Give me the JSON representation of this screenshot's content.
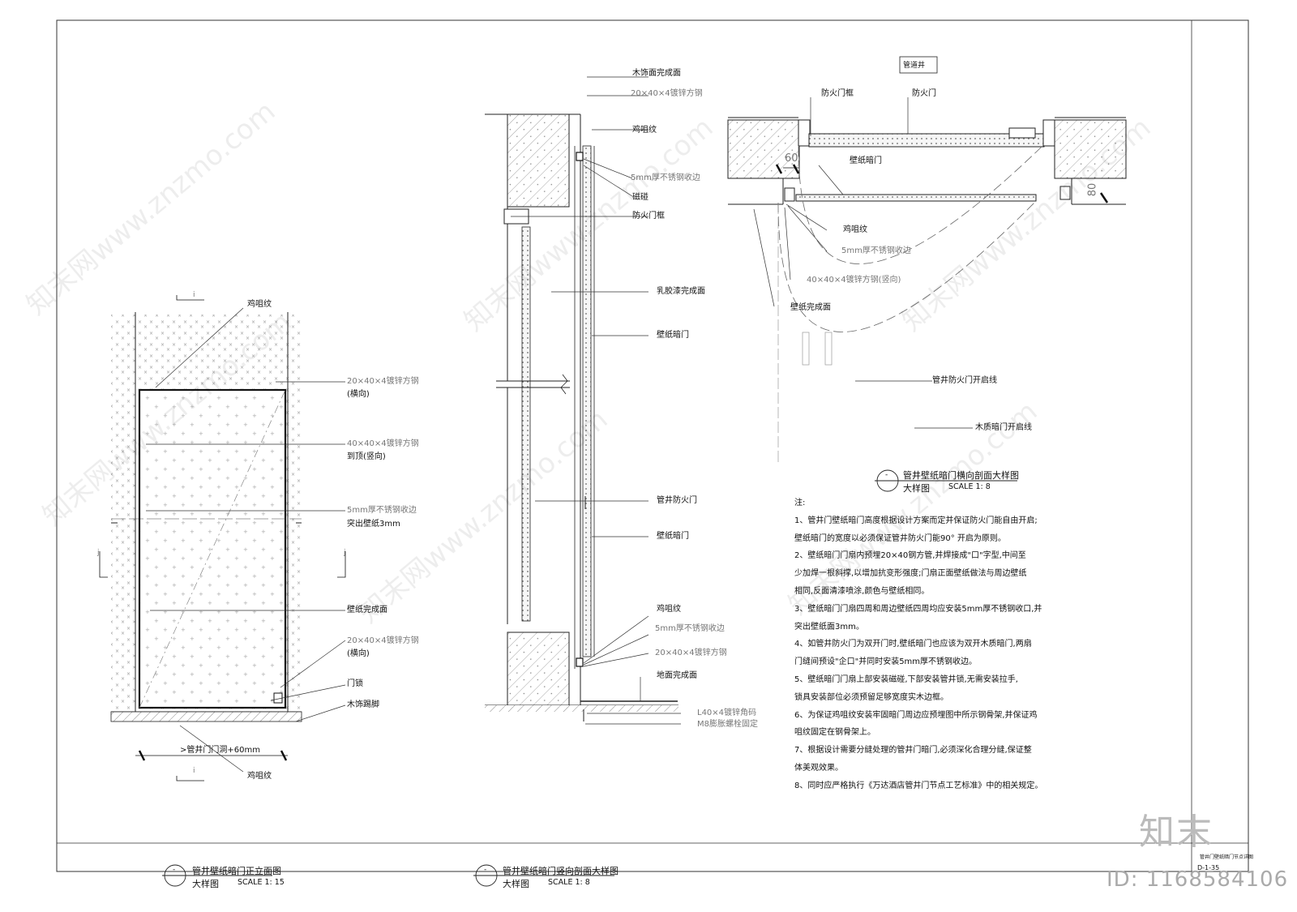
{
  "elevation": {
    "labels": {
      "chicken_mouth_top": "鸡咀纹",
      "steel_horizontal": "20×40×4镀锌方钢",
      "steel_horizontal_sub": "(横向)",
      "steel_vertical": "40×40×4镀锌方钢",
      "steel_vertical_sub": "到顶(竖向)",
      "ss_trim": "5mm厚不锈钢收边",
      "ss_trim_sub": "突出壁纸3mm",
      "wallpaper_finish": "壁纸完成面",
      "steel_horizontal_2": "20×40×4镀锌方钢",
      "steel_horizontal_2_sub": "(横向)",
      "door_lock": "门锁",
      "wood_skirting": "木饰踢脚",
      "dimension": ">管井门门洞+60mm",
      "chicken_mouth_bottom": "鸡咀纹",
      "section_mark_i": "i",
      "section_mark_j": "j"
    },
    "title": "管井壁纸暗门正立面图",
    "subtitle": "大样图",
    "scale": "SCALE 1: 15",
    "marker": "-"
  },
  "vertical_section": {
    "labels": {
      "wood_finish": "木饰面完成面",
      "steel_20": "20×40×4镀锌方钢",
      "chicken_mouth_top": "鸡咀纹",
      "ss_trim_top": "5mm厚不锈钢收边",
      "magnetic_catch": "磁碰",
      "fire_door_frame": "防火门框",
      "latex_finish": "乳胶漆完成面",
      "wallpaper_door_top": "壁纸暗门",
      "shaft_fire_door": "管井防火门",
      "wallpaper_door_bottom": "壁纸暗门",
      "chicken_mouth_bottom": "鸡咀纹",
      "ss_trim_bottom": "5mm厚不锈钢收边",
      "steel_20_bottom": "20×40×4镀锌方钢",
      "floor_finish": "地面完成面",
      "angle_steel": "L40×4镀锌角码",
      "anchor_bolt": "M8膨胀螺栓固定"
    },
    "title": "管井壁纸暗门竖向剖面大样图",
    "subtitle": "大样图",
    "scale": "SCALE 1: 8",
    "marker": "-"
  },
  "horizontal_section": {
    "labels": {
      "shaft": "管道井",
      "fire_door_frame": "防火门框",
      "fire_door": "防火门",
      "wallpaper_door": "壁纸暗门",
      "chicken_mouth": "鸡咀纹",
      "ss_trim": "5mm厚不锈钢收边",
      "steel_vertical": "40×40×4镀锌方钢(竖向)",
      "wallpaper_finish": "壁纸完成面",
      "fire_door_swing": "管井防火门开启线",
      "wood_door_swing": "木质暗门开启线",
      "dim_60": "60",
      "dim_80": "80"
    },
    "title": "管井壁纸暗门横向剖面大样图",
    "subtitle": "大样图",
    "scale": "SCALE 1: 8",
    "marker": "-"
  },
  "notes": {
    "heading": "注:",
    "lines": [
      "1、管井门壁纸暗门高度根据设计方案而定并保证防火门能自由开启;",
      "壁纸暗门的宽度以必须保证管井防火门能90° 开启为原则。",
      "2、壁纸暗门门扇内预埋20×40钢方管,并焊接成\"口\"字型,中间至",
      "少加焊一根斜撑,以增加抗变形强度;门扇正面壁纸做法与周边壁纸",
      "相同,反面清漆喷涂,颜色与壁纸相同。",
      "3、壁纸暗门门扇四周和周边壁纸四周均应安装5mm厚不锈钢收口,并",
      "突出壁纸面3mm。",
      "4、如管井防火门为双开门时,壁纸暗门也应该为双开木质暗门,两扇",
      "门缝间预设\"企口\"并同时安装5mm厚不锈钢收边。",
      "5、壁纸暗门门扇上部安装磁碰,下部安装管井锁,无需安装拉手,",
      "锁具安装部位必须预留足够宽度实木边框。",
      "6、为保证鸡咀纹安装牢固暗门周边应预埋图中所示钢骨架,并保证鸡",
      "咀纹固定在钢骨架上。",
      "7、根据设计需要分缝处理的管井门暗门,必须深化合理分缝,保证整",
      "体美观效果。",
      "8、同时应严格执行《万达酒店管井门节点工艺标准》中的相关规定。"
    ]
  },
  "title_block": {
    "sheet_title": "管井门壁纸暗门节点详图",
    "sheet_no": "D-1-35"
  },
  "watermarks": {
    "brand": "知末",
    "doc_id": "ID: 1168584106",
    "site": "知末网www.znzmo.com"
  }
}
